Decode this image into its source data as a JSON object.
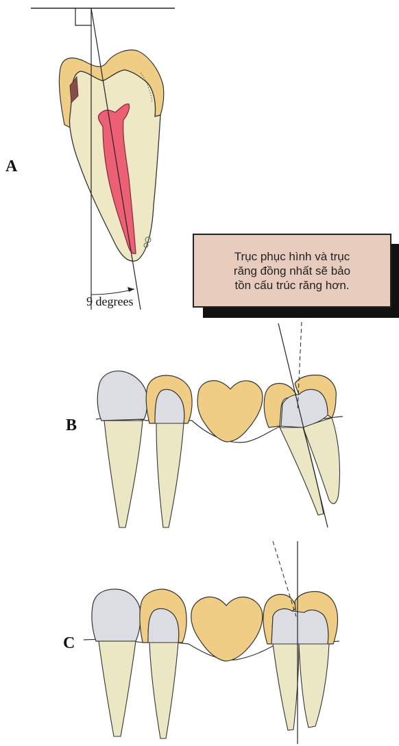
{
  "labels": {
    "a": "A",
    "b": "B",
    "c": "C"
  },
  "angle_label": "9 degrees",
  "callout": {
    "text": "Trục phục hình và trục\nrăng đồng nhất sẽ bảo\ntồn cấu trúc răng hơn."
  },
  "colors": {
    "gold": "#efcd84",
    "dentin": "#eee8c5",
    "pulp": "#ec5f74",
    "porcelain": "#dcdce3",
    "root": "#ebe6c3",
    "callout_bg": "#e7cbbd"
  }
}
